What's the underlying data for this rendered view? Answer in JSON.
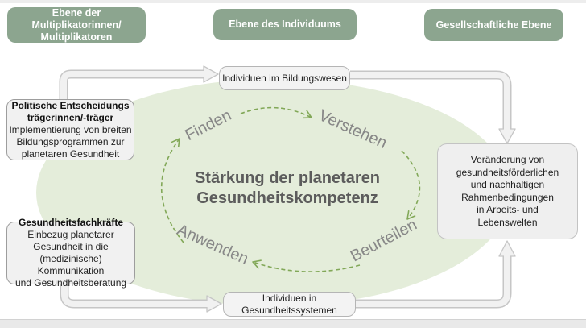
{
  "colors": {
    "level_green": "#8ca58f",
    "ellipse_green": "#e4edda",
    "cycle_olive": "#82a858",
    "arrow_gray_fill": "#f1f1f1",
    "arrow_gray_border": "#c6c6c6",
    "title_gray": "#5c5c5c"
  },
  "levels": [
    {
      "label": "Ebene der Multiplikatorinnen/\nMultiplikatoren"
    },
    {
      "label": "Ebene des Individuums"
    },
    {
      "label": "Gesellschaftliche Ebene"
    }
  ],
  "cycle": {
    "title": "Stärkung der planetaren\nGesundheitskompetenz",
    "steps": [
      {
        "label": "Finden"
      },
      {
        "label": "Verstehen"
      },
      {
        "label": "Beurteilen"
      },
      {
        "label": "Anwenden"
      }
    ]
  },
  "actors": {
    "policy": {
      "title": "Politische Entscheidungs\nträgerinnen/-träger",
      "body": "Implementierung von breiten\nBildungsprogrammen zur\nplanetaren Gesundheit"
    },
    "health_professionals": {
      "title": "Gesundheitsfachkräfte",
      "body": "Einbezug planetarer\nGesundheit in die\n(medizinische) Kommunikation\nund Gesundheitsberatung"
    }
  },
  "individual": {
    "education": "Individuen im Bildungswesen",
    "health_systems": "Individuen in\nGesundheitssystemen"
  },
  "society": {
    "outcome": "Veränderung von\ngesundheitsförderlichen\nund nachhaltigen\nRahmenbedingungen\nin Arbeits- und\nLebenswelten"
  }
}
